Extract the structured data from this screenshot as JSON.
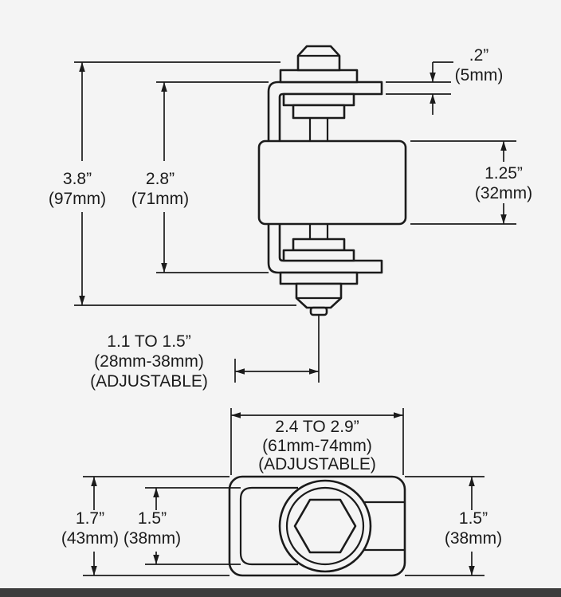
{
  "colors": {
    "background": "#f4f4f4",
    "line": "#1b1b1b",
    "footer": "#3c3c3c"
  },
  "side_view": {
    "overall_height": {
      "value": "3.8”",
      "metric": "(97mm)"
    },
    "bracket_height": {
      "value": "2.8”",
      "metric": "(71mm)"
    },
    "plate_thickness": {
      "value": ".2”",
      "metric": "(5mm)"
    },
    "barrel_height": {
      "value": "1.25”",
      "metric": "(32mm)"
    },
    "setback": {
      "value": "1.1 TO 1.5”",
      "metric": "(28mm-38mm)",
      "note": "(ADJUSTABLE)"
    }
  },
  "top_view": {
    "width": {
      "value": "2.4 TO 2.9”",
      "metric": "(61mm-74mm)",
      "note": "(ADJUSTABLE)"
    },
    "outer_depth": {
      "value": "1.7”",
      "metric": "(43mm)"
    },
    "channel_depth": {
      "value": "1.5”",
      "metric": "(38mm)"
    },
    "barrel_depth": {
      "value": "1.5”",
      "metric": "(38mm)"
    }
  }
}
